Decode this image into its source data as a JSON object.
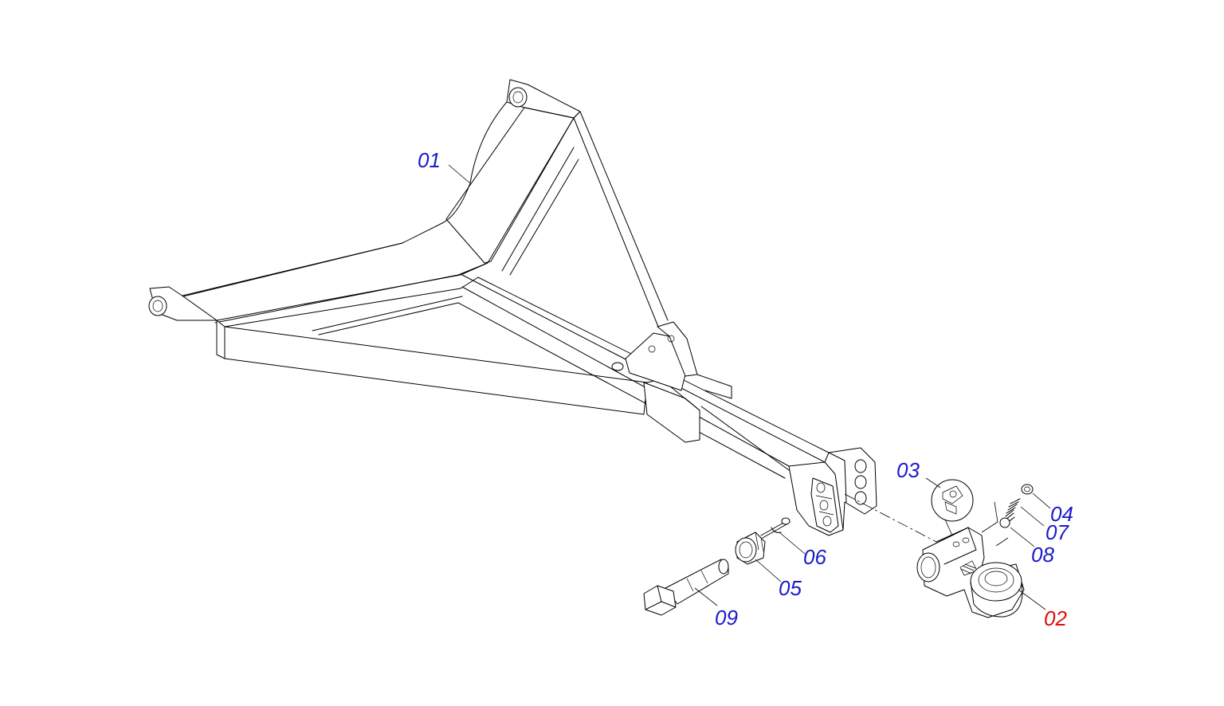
{
  "callouts": [
    {
      "id": "01",
      "label": "01",
      "color": "#1a1acc"
    },
    {
      "id": "02",
      "label": "02",
      "color": "#dd1111"
    },
    {
      "id": "03",
      "label": "03",
      "color": "#1a1acc"
    },
    {
      "id": "04",
      "label": "04",
      "color": "#1a1acc"
    },
    {
      "id": "05",
      "label": "05",
      "color": "#1a1acc"
    },
    {
      "id": "06",
      "label": "06",
      "color": "#1a1acc"
    },
    {
      "id": "07",
      "label": "07",
      "color": "#1a1acc"
    },
    {
      "id": "08",
      "label": "08",
      "color": "#1a1acc"
    },
    {
      "id": "09",
      "label": "09",
      "color": "#1a1acc"
    }
  ]
}
